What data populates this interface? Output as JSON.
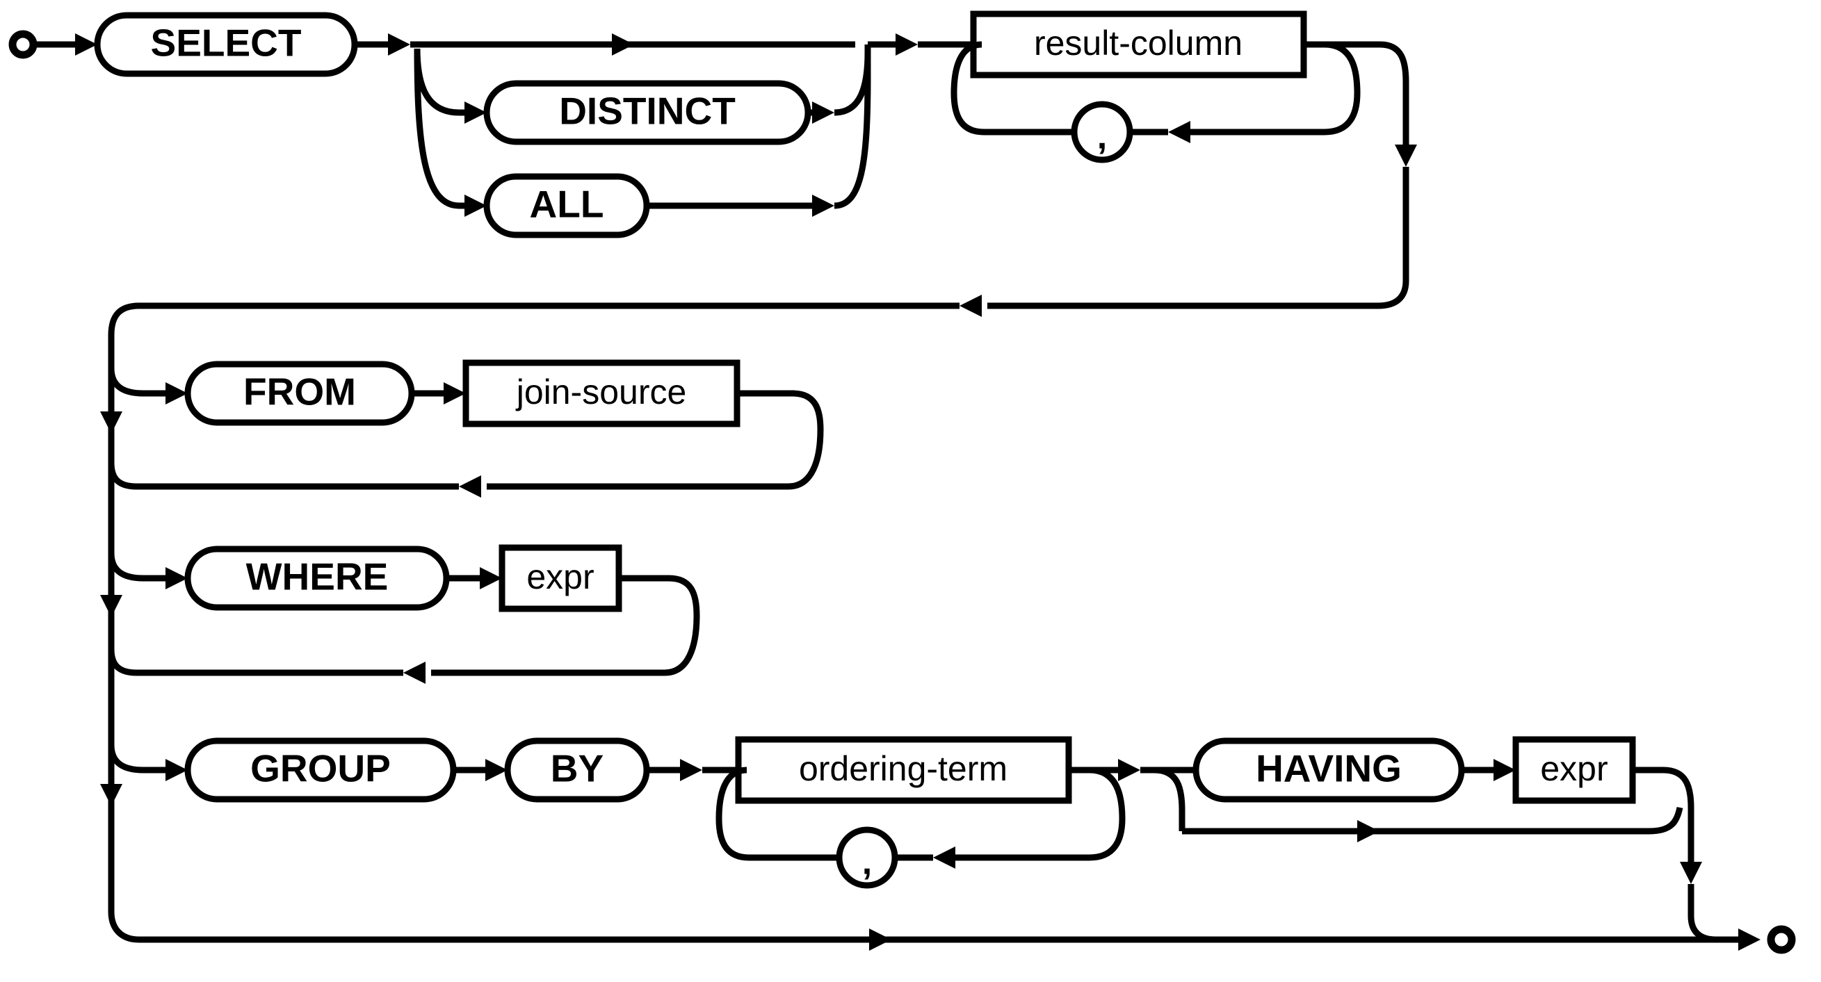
{
  "diagram": {
    "kind": "railroad-syntax-diagram",
    "name": "select-stmt",
    "colors": {
      "background": "#ffffff",
      "line": "#000000",
      "node_fill": "#ffffff"
    },
    "start_terminal": "o",
    "end_terminal": "o",
    "nodes": {
      "select": {
        "label": "SELECT",
        "shape": "terminal-pill"
      },
      "distinct": {
        "label": "DISTINCT",
        "shape": "terminal-pill"
      },
      "all": {
        "label": "ALL",
        "shape": "terminal-pill"
      },
      "result_column": {
        "label": "result-column",
        "shape": "nonterminal-box"
      },
      "comma1": {
        "label": ",",
        "shape": "terminal-circle"
      },
      "from": {
        "label": "FROM",
        "shape": "terminal-pill"
      },
      "join_source": {
        "label": "join-source",
        "shape": "nonterminal-box"
      },
      "where": {
        "label": "WHERE",
        "shape": "terminal-pill"
      },
      "where_expr": {
        "label": "expr",
        "shape": "nonterminal-box"
      },
      "group": {
        "label": "GROUP",
        "shape": "terminal-pill"
      },
      "by": {
        "label": "BY",
        "shape": "terminal-pill"
      },
      "ordering_term": {
        "label": "ordering-term",
        "shape": "nonterminal-box"
      },
      "comma2": {
        "label": ",",
        "shape": "terminal-circle"
      },
      "having": {
        "label": "HAVING",
        "shape": "terminal-pill"
      },
      "having_expr": {
        "label": "expr",
        "shape": "nonterminal-box"
      }
    },
    "rows": [
      {
        "id": "row-select",
        "labels": [
          "SELECT",
          "DISTINCT",
          "ALL",
          "result-column",
          ","
        ]
      },
      {
        "id": "row-from",
        "labels": [
          "FROM",
          "join-source"
        ]
      },
      {
        "id": "row-where",
        "labels": [
          "WHERE",
          "expr"
        ]
      },
      {
        "id": "row-group",
        "labels": [
          "GROUP",
          "BY",
          "ordering-term",
          ",",
          "HAVING",
          "expr"
        ]
      }
    ]
  }
}
